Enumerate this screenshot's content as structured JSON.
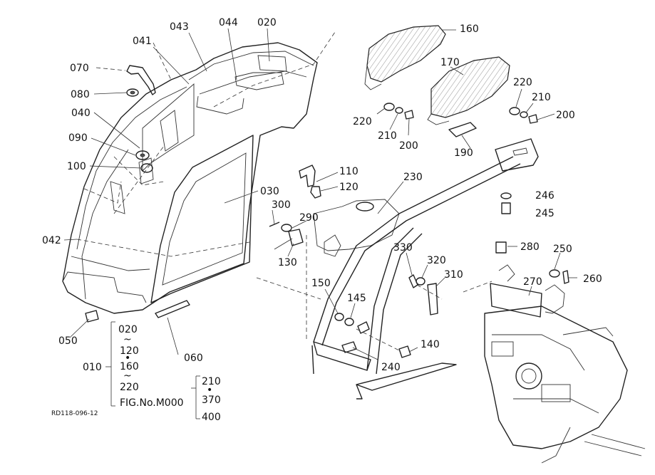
{
  "labels": [
    {
      "id": "070",
      "text": "070"
    },
    {
      "id": "080",
      "text": "080"
    },
    {
      "id": "040",
      "text": "040"
    },
    {
      "id": "090",
      "text": "090"
    },
    {
      "id": "100",
      "text": "100"
    },
    {
      "id": "042",
      "text": "042"
    },
    {
      "id": "041",
      "text": "041"
    },
    {
      "id": "043",
      "text": "043"
    },
    {
      "id": "044",
      "text": "044"
    },
    {
      "id": "020",
      "text": "020"
    },
    {
      "id": "030",
      "text": "030"
    },
    {
      "id": "050",
      "text": "050"
    },
    {
      "id": "060",
      "text": "060"
    },
    {
      "id": "110",
      "text": "110"
    },
    {
      "id": "120",
      "text": "120"
    },
    {
      "id": "300",
      "text": "300"
    },
    {
      "id": "290",
      "text": "290"
    },
    {
      "id": "130",
      "text": "130"
    },
    {
      "id": "150",
      "text": "150"
    },
    {
      "id": "145",
      "text": "145"
    },
    {
      "id": "240",
      "text": "240"
    },
    {
      "id": "140",
      "text": "140"
    },
    {
      "id": "160",
      "text": "160"
    },
    {
      "id": "170",
      "text": "170"
    },
    {
      "id": "220a",
      "text": "220"
    },
    {
      "id": "210a",
      "text": "210"
    },
    {
      "id": "200a",
      "text": "200"
    },
    {
      "id": "220b",
      "text": "220"
    },
    {
      "id": "210b",
      "text": "210"
    },
    {
      "id": "200b",
      "text": "200"
    },
    {
      "id": "190",
      "text": "190"
    },
    {
      "id": "230",
      "text": "230"
    },
    {
      "id": "246",
      "text": "246"
    },
    {
      "id": "245",
      "text": "245"
    },
    {
      "id": "280",
      "text": "280"
    },
    {
      "id": "250",
      "text": "250"
    },
    {
      "id": "260",
      "text": "260"
    },
    {
      "id": "270",
      "text": "270"
    },
    {
      "id": "330",
      "text": "330"
    },
    {
      "id": "320",
      "text": "320"
    },
    {
      "id": "310",
      "text": "310"
    }
  ],
  "assembly": {
    "code": "010",
    "range_start": "020",
    "range_tilde": "~",
    "range_end_1": "120",
    "dot": "•",
    "range_mid": "160",
    "range_end_2": "220",
    "fig_ref": "FIG.No.M000",
    "sub_1": "210",
    "sub_2": "370",
    "sub_3": "400"
  },
  "drawing_code": "RD118-096-12"
}
